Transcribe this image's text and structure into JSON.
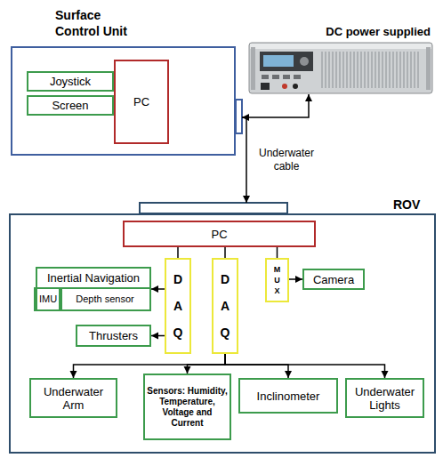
{
  "diagram": {
    "nodes": [
      {
        "text": [
          "Surface Control Unit"
        ]
      },
      {
        "text": [
          "Joystick"
        ],
        "in": 0
      },
      {
        "text": [
          "Screen"
        ],
        "in": 0
      },
      {
        "text": [
          "PC"
        ],
        "in": 0
      },
      {
        "text": [
          "DC power supplied"
        ]
      },
      {
        "text": [
          "ROV"
        ]
      },
      {
        "text": [
          "PC"
        ],
        "in": 5
      },
      {
        "text": [
          "DAQ"
        ],
        "in": 5
      },
      {
        "text": [
          "DAQ"
        ],
        "in": 5
      },
      {
        "text": [
          "MUX"
        ],
        "in": 5
      },
      {
        "text": [
          "Camera"
        ],
        "in": 5
      },
      {
        "text": [
          "Inertial Navigation"
        ],
        "in": 5
      },
      {
        "text": [
          "IMU"
        ],
        "in": 11
      },
      {
        "text": [
          "Depth sensor"
        ],
        "in": 11
      },
      {
        "text": [
          "Thrusters"
        ],
        "in": 5
      },
      {
        "text": [
          "Underwater Arm"
        ],
        "in": 5
      },
      {
        "text": [
          "Sensors: Humidity, Temperature, Voltage and Current"
        ],
        "in": 5
      },
      {
        "text": [
          "Inclinometer"
        ],
        "in": 5
      },
      {
        "text": [
          "Underwater Lights"
        ],
        "in": 5
      }
    ],
    "edges": [
      {
        "from": 0,
        "to": 4,
        "arrow": "both"
      },
      {
        "from": 0,
        "to": 5,
        "arrow": "to",
        "label": "Underwater cable"
      },
      {
        "from": 6,
        "to": 7,
        "arrow": "none"
      },
      {
        "from": 6,
        "to": 8,
        "arrow": "none"
      },
      {
        "from": 6,
        "to": 9,
        "arrow": "none"
      },
      {
        "from": 9,
        "to": 10,
        "arrow": "to"
      },
      {
        "from": 7,
        "to": 11,
        "arrow": "to"
      },
      {
        "from": 7,
        "to": 14,
        "arrow": "to"
      },
      {
        "from": 8,
        "to": 15,
        "arrow": "to"
      },
      {
        "from": 8,
        "to": 16,
        "arrow": "to"
      },
      {
        "from": 8,
        "to": 17,
        "arrow": "to"
      },
      {
        "from": 8,
        "to": 18,
        "arrow": "to"
      }
    ]
  }
}
